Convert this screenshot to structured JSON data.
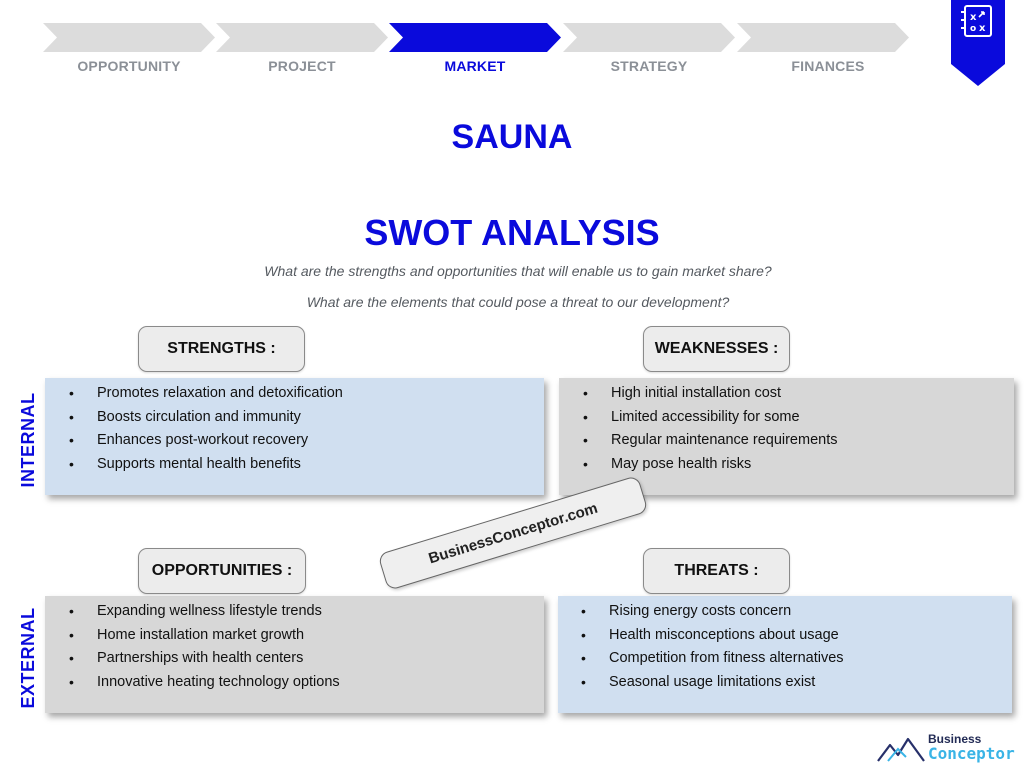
{
  "nav": {
    "steps": [
      {
        "label": "OPPORTUNITY",
        "active": false
      },
      {
        "label": "PROJECT",
        "active": false
      },
      {
        "label": "MARKET",
        "active": true
      },
      {
        "label": "STRATEGY",
        "active": false
      },
      {
        "label": "FINANCES",
        "active": false
      }
    ]
  },
  "badge": {
    "icon": "strategy-board-icon"
  },
  "title": "SAUNA",
  "section_title": "SWOT ANALYSIS",
  "questions": [
    "What are the strengths and opportunities that will enable us to gain market share?",
    "What are the elements that could pose a threat to our development?"
  ],
  "side_labels": {
    "internal": "INTERNAL",
    "external": "EXTERNAL"
  },
  "quadrants": {
    "strengths": {
      "header": "STRENGTHS :",
      "items": [
        "Promotes relaxation and detoxification",
        "Boosts circulation and immunity",
        "Enhances post-workout recovery",
        "Supports mental health benefits"
      ]
    },
    "weaknesses": {
      "header": "WEAKNESSES :",
      "items": [
        "High initial installation cost",
        "Limited accessibility for some",
        "Regular maintenance requirements",
        "May pose health risks"
      ]
    },
    "opportunities": {
      "header": "OPPORTUNITIES :",
      "items": [
        "Expanding wellness lifestyle trends",
        "Home installation market growth",
        "Partnerships with health centers",
        "Innovative heating technology options"
      ]
    },
    "threats": {
      "header": "THREATS :",
      "items": [
        "Rising energy costs concern",
        "Health misconceptions about usage",
        "Competition from fitness alternatives",
        "Seasonal usage limitations exist"
      ]
    }
  },
  "watermark": "BusinessConceptor.com",
  "logo": {
    "line1": "Business",
    "line2": "Conceptor"
  },
  "colors": {
    "accent": "#0a0adc",
    "inactive_step": "#dcdcdc",
    "internal_box_blue": "#d0dff0",
    "box_gray": "#d7d7d7"
  }
}
